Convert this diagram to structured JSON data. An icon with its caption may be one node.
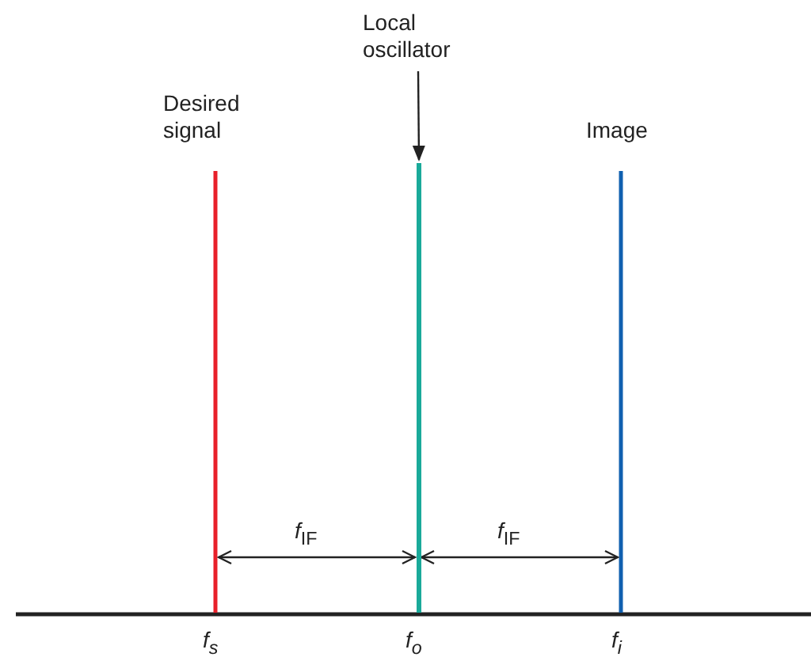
{
  "diagram": {
    "nodes": [
      {
        "text": [
          "Local oscillator"
        ]
      },
      {
        "text": [],
        "shape": "bar"
      }
    ],
    "edges": [
      {
        "from": 0,
        "to": 1,
        "arrow": "to"
      }
    ],
    "labels": [
      "Desired signal",
      "Image",
      "*f*$_{IF}$",
      "*f*$_{IF}$",
      "f$_{s}$",
      "f$_{o}$",
      "f$_{i}$"
    ]
  }
}
